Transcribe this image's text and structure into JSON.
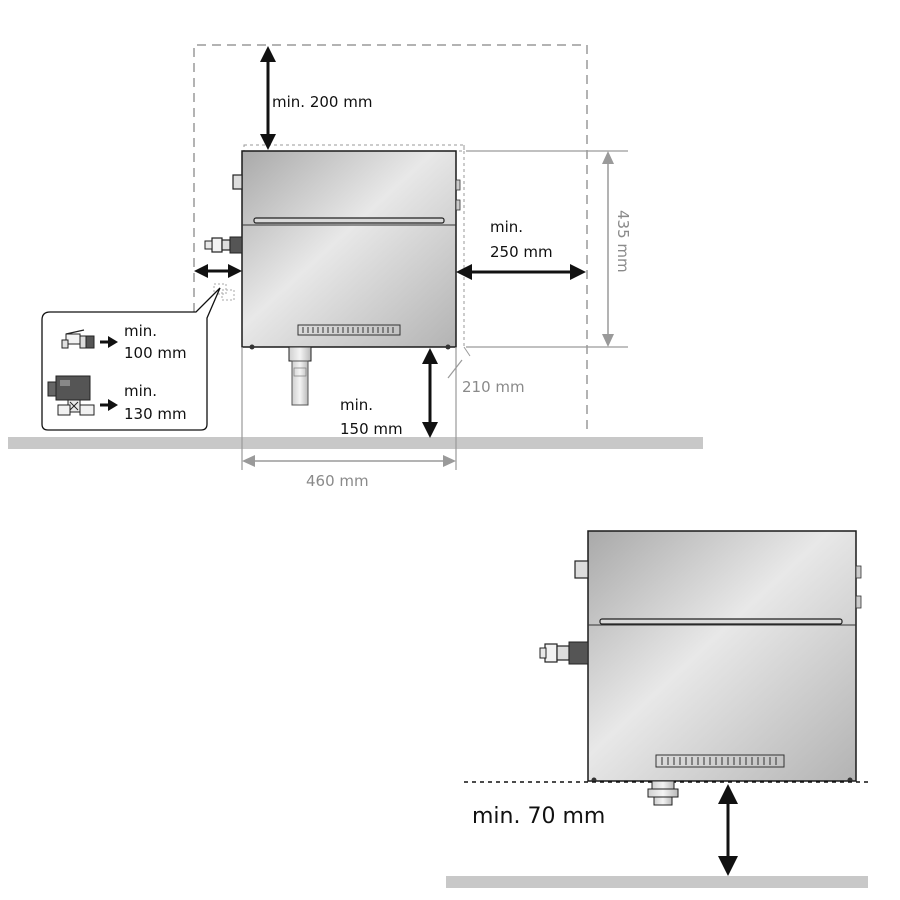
{
  "top_view": {
    "clearance_top": "min. 200 mm",
    "clearance_right_1": "min.",
    "clearance_right_2": "250 mm",
    "clearance_bottom_1": "min.",
    "clearance_bottom_2": "150 mm",
    "height_dim": "435 mm",
    "depth_dim": "210 mm",
    "width_dim": "460 mm",
    "callout": {
      "valve_1": "min.",
      "valve_2": "100 mm",
      "solenoid_1": "min.",
      "solenoid_2": "130 mm"
    }
  },
  "bottom_view": {
    "clearance_floor": "min. 70 mm"
  },
  "colors": {
    "line": "#111111",
    "dim_line": "#9a9a9a",
    "floor": "#c8c8c8",
    "steel_light": "#e6e6e6",
    "steel_dark": "#a9a9a9"
  }
}
